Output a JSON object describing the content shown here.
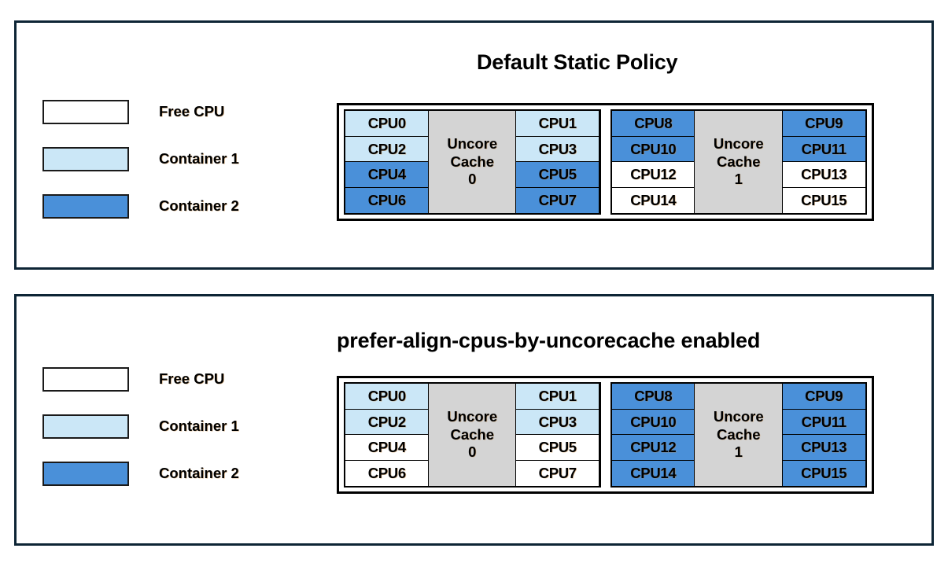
{
  "colors": {
    "free_cpu": "#ffffff",
    "container1": "#cbe7f7",
    "container2": "#4a90d9",
    "uncore_cache": "#d4d4d4",
    "panel_border": "#0d2535",
    "grid_border": "#000000"
  },
  "legend": {
    "items": [
      {
        "label": "Free CPU",
        "fill": "free"
      },
      {
        "label": "Container 1",
        "fill": "container1"
      },
      {
        "label": "Container 2",
        "fill": "container2"
      }
    ]
  },
  "panels": [
    {
      "id": "default-static-policy",
      "title": "Default Static Policy",
      "groups": [
        {
          "cache_line1": "Uncore",
          "cache_line2": "Cache",
          "cache_index": "0",
          "left_column": [
            {
              "label": "CPU0",
              "fill": "container1"
            },
            {
              "label": "CPU2",
              "fill": "container1"
            },
            {
              "label": "CPU4",
              "fill": "container2"
            },
            {
              "label": "CPU6",
              "fill": "container2"
            }
          ],
          "right_column": [
            {
              "label": "CPU1",
              "fill": "container1"
            },
            {
              "label": "CPU3",
              "fill": "container1"
            },
            {
              "label": "CPU5",
              "fill": "container2"
            },
            {
              "label": "CPU7",
              "fill": "container2"
            }
          ]
        },
        {
          "cache_line1": "Uncore",
          "cache_line2": "Cache",
          "cache_index": "1",
          "left_column": [
            {
              "label": "CPU8",
              "fill": "container2"
            },
            {
              "label": "CPU10",
              "fill": "container2"
            },
            {
              "label": "CPU12",
              "fill": "free"
            },
            {
              "label": "CPU14",
              "fill": "free"
            }
          ],
          "right_column": [
            {
              "label": "CPU9",
              "fill": "container2"
            },
            {
              "label": "CPU11",
              "fill": "container2"
            },
            {
              "label": "CPU13",
              "fill": "free"
            },
            {
              "label": "CPU15",
              "fill": "free"
            }
          ]
        }
      ]
    },
    {
      "id": "prefer-align-cpus-by-uncorecache-enabled",
      "title": "prefer-align-cpus-by-uncorecache enabled",
      "groups": [
        {
          "cache_line1": "Uncore",
          "cache_line2": "Cache",
          "cache_index": "0",
          "left_column": [
            {
              "label": "CPU0",
              "fill": "container1"
            },
            {
              "label": "CPU2",
              "fill": "container1"
            },
            {
              "label": "CPU4",
              "fill": "free"
            },
            {
              "label": "CPU6",
              "fill": "free"
            }
          ],
          "right_column": [
            {
              "label": "CPU1",
              "fill": "container1"
            },
            {
              "label": "CPU3",
              "fill": "container1"
            },
            {
              "label": "CPU5",
              "fill": "free"
            },
            {
              "label": "CPU7",
              "fill": "free"
            }
          ]
        },
        {
          "cache_line1": "Uncore",
          "cache_line2": "Cache",
          "cache_index": "1",
          "left_column": [
            {
              "label": "CPU8",
              "fill": "container2"
            },
            {
              "label": "CPU10",
              "fill": "container2"
            },
            {
              "label": "CPU12",
              "fill": "container2"
            },
            {
              "label": "CPU14",
              "fill": "container2"
            }
          ],
          "right_column": [
            {
              "label": "CPU9",
              "fill": "container2"
            },
            {
              "label": "CPU11",
              "fill": "container2"
            },
            {
              "label": "CPU13",
              "fill": "container2"
            },
            {
              "label": "CPU15",
              "fill": "container2"
            }
          ]
        }
      ]
    }
  ]
}
